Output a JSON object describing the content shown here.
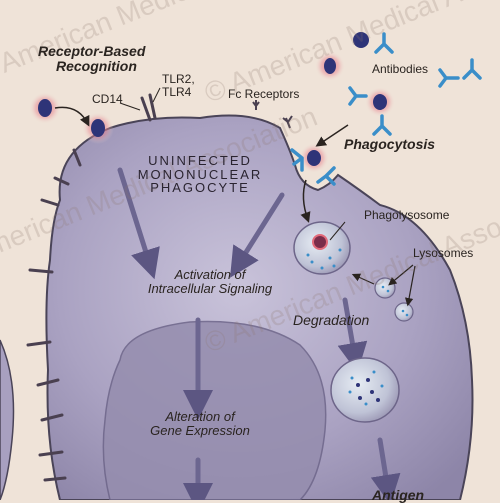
{
  "watermark": "© American Medical Association",
  "labels": {
    "receptor_recognition": [
      "Receptor-Based",
      "Recognition"
    ],
    "cd14": "CD14",
    "tlr": [
      "TLR2,",
      "TLR4"
    ],
    "fc_receptors": "Fc Receptors",
    "antibodies": "Antibodies",
    "phagocytosis": "Phagocytosis",
    "cell_name": [
      "UNINFECTED",
      "MONONUCLEAR",
      "PHAGOCYTE"
    ],
    "phagolysosome": "Phagolysosome",
    "lysosomes": "Lysosomes",
    "activation": [
      "Activation of",
      "Intracellular Signaling"
    ],
    "degradation": "Degradation",
    "alteration": [
      "Alteration of",
      "Gene Expression"
    ],
    "antigen": "Antigen"
  },
  "colors": {
    "background": "#efe3d8",
    "cell_fill": "#a79fbf",
    "cell_edge": "#4a4458",
    "nucleus": "#8f87ab",
    "arrow": "#6c6690",
    "bacterium": "#2e3478",
    "bacterium_glow": "#e26a7a",
    "antibody": "#3a8ec9",
    "receptor": "#4a4050"
  }
}
